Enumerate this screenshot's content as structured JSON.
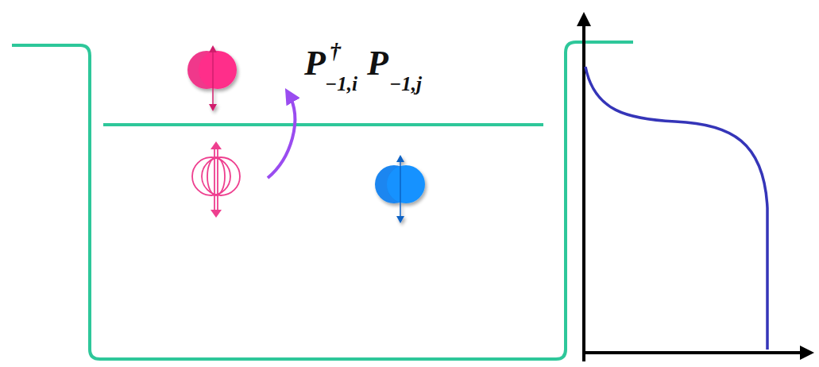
{
  "diagram": {
    "labels": [
      "P",
      "†",
      "−1,i",
      "P",
      "−1,j"
    ]
  }
}
